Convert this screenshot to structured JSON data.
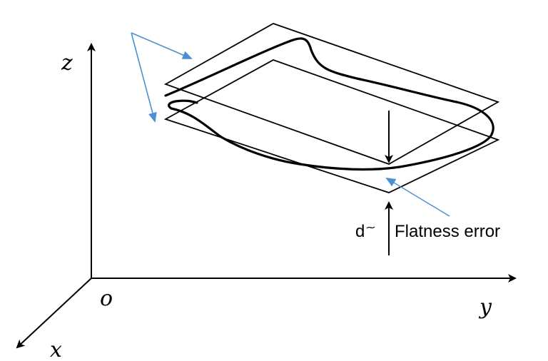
{
  "colors": {
    "line": "#000000",
    "pointer": "#4a90d2",
    "background": "#ffffff"
  },
  "axes": {
    "x_label": "x",
    "y_label": "y",
    "z_label": "z",
    "origin_label": "o"
  },
  "annotation": {
    "distance_label": "d",
    "flatness_label": "Flatness error"
  }
}
